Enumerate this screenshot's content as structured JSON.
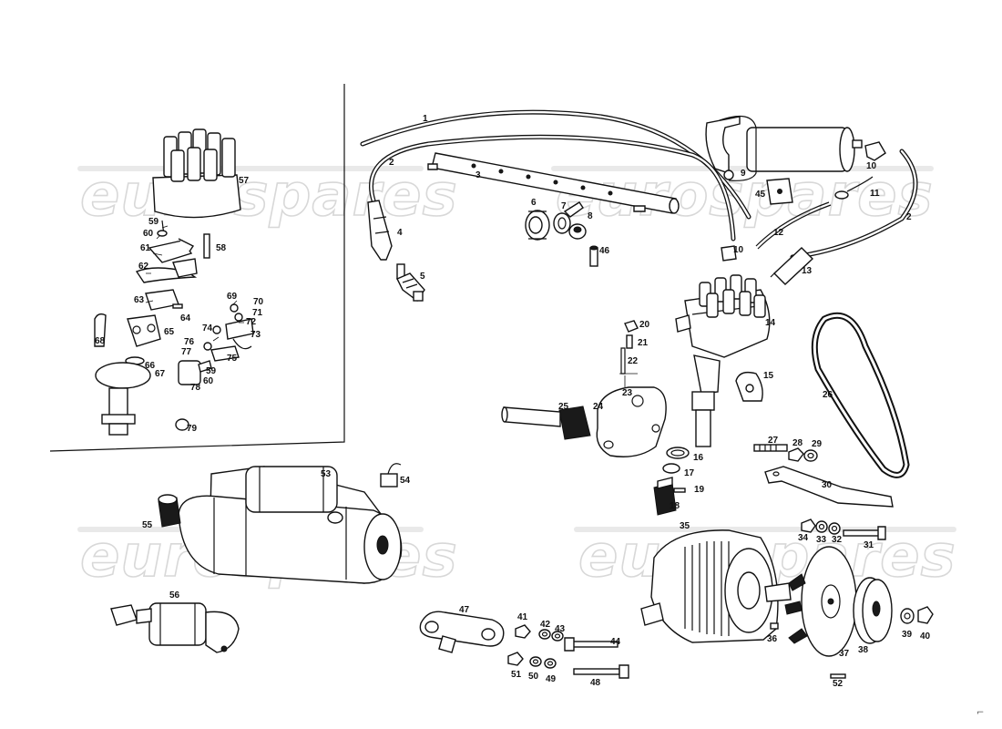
{
  "watermark": {
    "text": "eurospares"
  },
  "corner_mark": "⌐",
  "callouts": [
    "1",
    "2",
    "3",
    "4",
    "5",
    "6",
    "7",
    "8",
    "9",
    "10",
    "11",
    "12",
    "13",
    "14",
    "15",
    "16",
    "17",
    "18",
    "19",
    "20",
    "21",
    "22",
    "23",
    "24",
    "25",
    "26",
    "27",
    "28",
    "29",
    "30",
    "31",
    "32",
    "33",
    "34",
    "35",
    "36",
    "37",
    "38",
    "39",
    "40",
    "41",
    "42",
    "43",
    "44",
    "45",
    "46",
    "47",
    "48",
    "49",
    "50",
    "51",
    "52",
    "53",
    "54",
    "55",
    "56",
    "57",
    "58",
    "59",
    "60",
    "61",
    "62",
    "63",
    "64",
    "65",
    "66",
    "67",
    "68",
    "69",
    "70",
    "71",
    "72",
    "73",
    "74",
    "75",
    "76",
    "77",
    "78",
    "79"
  ],
  "extra_callouts": {
    "c2b": "2",
    "c10b": "10",
    "c59b": "59",
    "c60b": "60"
  }
}
